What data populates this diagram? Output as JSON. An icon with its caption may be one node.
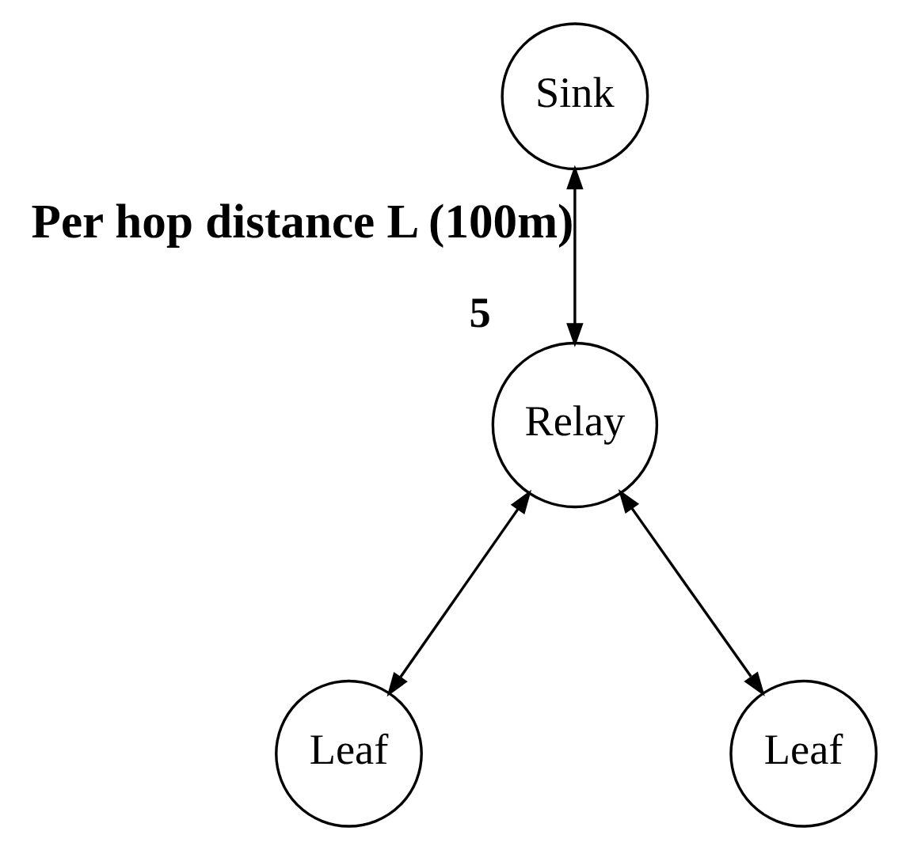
{
  "diagram": {
    "nodes": [
      {
        "text": [
          "Sink"
        ]
      },
      {
        "text": [
          "Relay"
        ],
        "beside": [
          "5"
        ]
      },
      {
        "text": [
          "Leaf"
        ]
      },
      {
        "text": [
          "Leaf"
        ]
      }
    ],
    "edges": [
      {
        "from": 0,
        "to": 1,
        "arrow": "both",
        "label": "Per hop distance L (100m)"
      },
      {
        "from": 1,
        "to": 2,
        "arrow": "both"
      },
      {
        "from": 1,
        "to": 3,
        "arrow": "both"
      }
    ]
  }
}
